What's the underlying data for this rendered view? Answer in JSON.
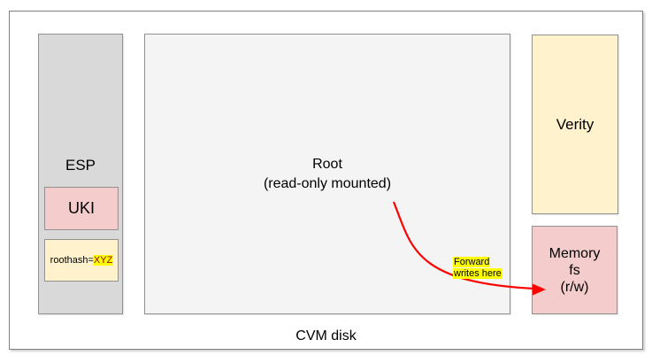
{
  "disk_label": "CVM disk",
  "esp": {
    "label": "ESP",
    "uki_label": "UKI",
    "roothash_prefix": "roothash=",
    "roothash_value": "XYZ"
  },
  "root": {
    "line1": "Root",
    "line2": "(read-only mounted)"
  },
  "verity": {
    "label": "Verity"
  },
  "memory": {
    "line1": "Memory",
    "line2": "fs",
    "line3": "(r/w)"
  },
  "annotation": {
    "line1": "Forward",
    "line2": "writes here"
  },
  "colors": {
    "esp_fill": "#d9d9d9",
    "root_fill": "#f4f4f4",
    "pink_fill": "#f4cccc",
    "cream_fill": "#fff2cc",
    "highlight": "#ffff00",
    "roothash_value_text": "#990000",
    "arrow": "#ff0000",
    "box_border": "#919191"
  }
}
